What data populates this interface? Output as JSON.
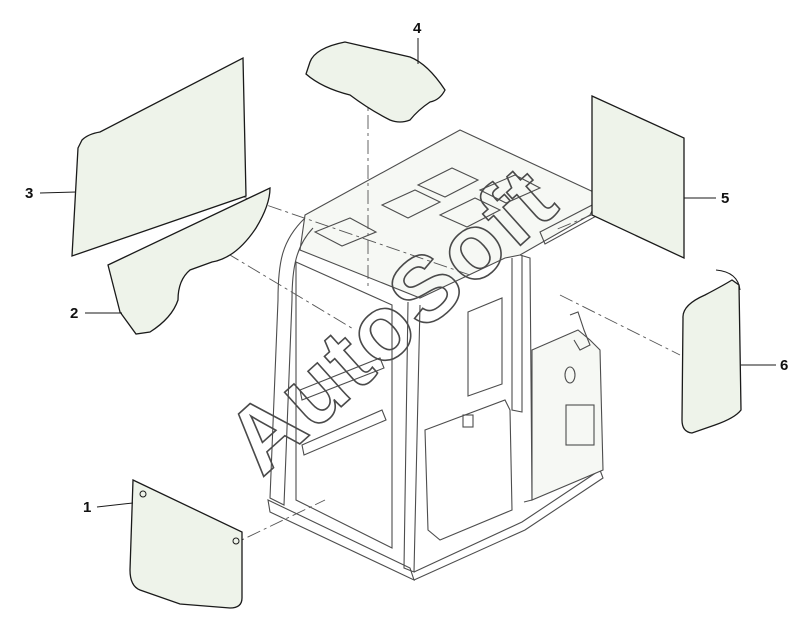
{
  "diagram": {
    "callouts": [
      {
        "id": "1",
        "label": "1"
      },
      {
        "id": "2",
        "label": "2"
      },
      {
        "id": "3",
        "label": "3"
      },
      {
        "id": "4",
        "label": "4"
      },
      {
        "id": "5",
        "label": "5"
      },
      {
        "id": "6",
        "label": "6"
      }
    ],
    "watermark": "AutoSoft",
    "colors": {
      "glass_fill": "#eef3ea",
      "outline": "#1a1a1a",
      "frame": "#4d4d4d"
    }
  }
}
